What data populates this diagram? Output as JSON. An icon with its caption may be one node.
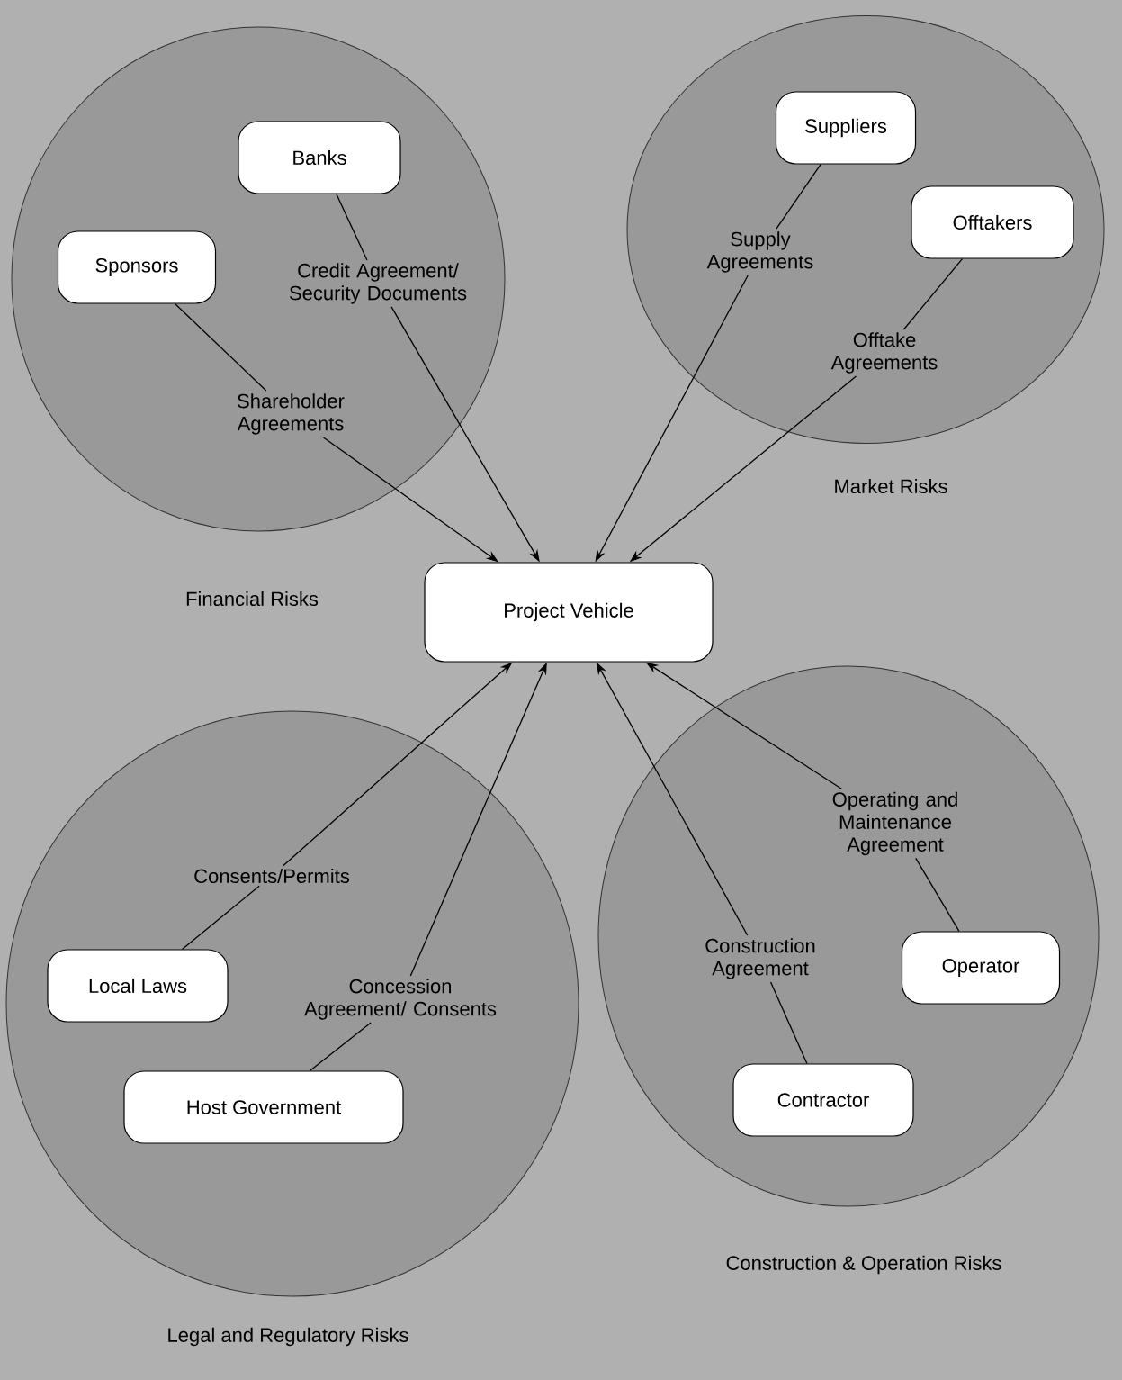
{
  "diagram": {
    "nodes": [
      {
        "text": [
          "Financial Risks"
        ]
      },
      {
        "text": [
          "Banks"
        ],
        "in": 0
      },
      {
        "text": [
          "Sponsors"
        ],
        "in": 0
      },
      {
        "text": [
          "Credit Agreement/ Security Documents"
        ],
        "in": 0
      },
      {
        "text": [
          "Shareholder Agreements"
        ],
        "in": 0
      },
      {
        "text": [
          "Market Risks"
        ]
      },
      {
        "text": [
          "Suppliers"
        ],
        "in": 5
      },
      {
        "text": [
          "Offtakers"
        ],
        "in": 5
      },
      {
        "text": [
          "Supply Agreements"
        ],
        "in": 5
      },
      {
        "text": [
          "Offtake Agreements"
        ],
        "in": 5
      },
      {
        "text": [
          "Project Vehicle"
        ]
      },
      {
        "text": [
          "Legal and Regulatory Risks"
        ]
      },
      {
        "text": [
          "Consents/Permits"
        ],
        "in": 11
      },
      {
        "text": [
          "Local Laws"
        ],
        "in": 11
      },
      {
        "text": [
          "Concession Agreement/ Consents"
        ],
        "in": 11
      },
      {
        "text": [
          "Host Government"
        ],
        "in": 11
      },
      {
        "text": [
          "Construction & Operation Risks"
        ]
      },
      {
        "text": [
          "Operating and Maintenance Agreement"
        ],
        "in": 16
      },
      {
        "text": [
          "Construction Agreement"
        ],
        "in": 16
      },
      {
        "text": [
          "Operator"
        ],
        "in": 16
      },
      {
        "text": [
          "Contractor"
        ],
        "in": 16
      }
    ],
    "edges": [
      {
        "from": 1,
        "to": 3,
        "arrow": "none"
      },
      {
        "from": 2,
        "to": 4,
        "arrow": "none"
      },
      {
        "from": 3,
        "to": 10,
        "arrow": "to"
      },
      {
        "from": 4,
        "to": 10,
        "arrow": "to"
      },
      {
        "from": 6,
        "to": 8,
        "arrow": "none"
      },
      {
        "from": 7,
        "to": 9,
        "arrow": "none"
      },
      {
        "from": 8,
        "to": 10,
        "arrow": "to"
      },
      {
        "from": 9,
        "to": 10,
        "arrow": "to"
      },
      {
        "from": 13,
        "to": 12,
        "arrow": "none"
      },
      {
        "from": 15,
        "to": 14,
        "arrow": "none"
      },
      {
        "from": 12,
        "to": 10,
        "arrow": "to"
      },
      {
        "from": 14,
        "to": 10,
        "arrow": "to"
      },
      {
        "from": 19,
        "to": 17,
        "arrow": "none"
      },
      {
        "from": 20,
        "to": 18,
        "arrow": "none"
      },
      {
        "from": 18,
        "to": 10,
        "arrow": "to"
      },
      {
        "from": 17,
        "to": 10,
        "arrow": "to"
      }
    ]
  }
}
